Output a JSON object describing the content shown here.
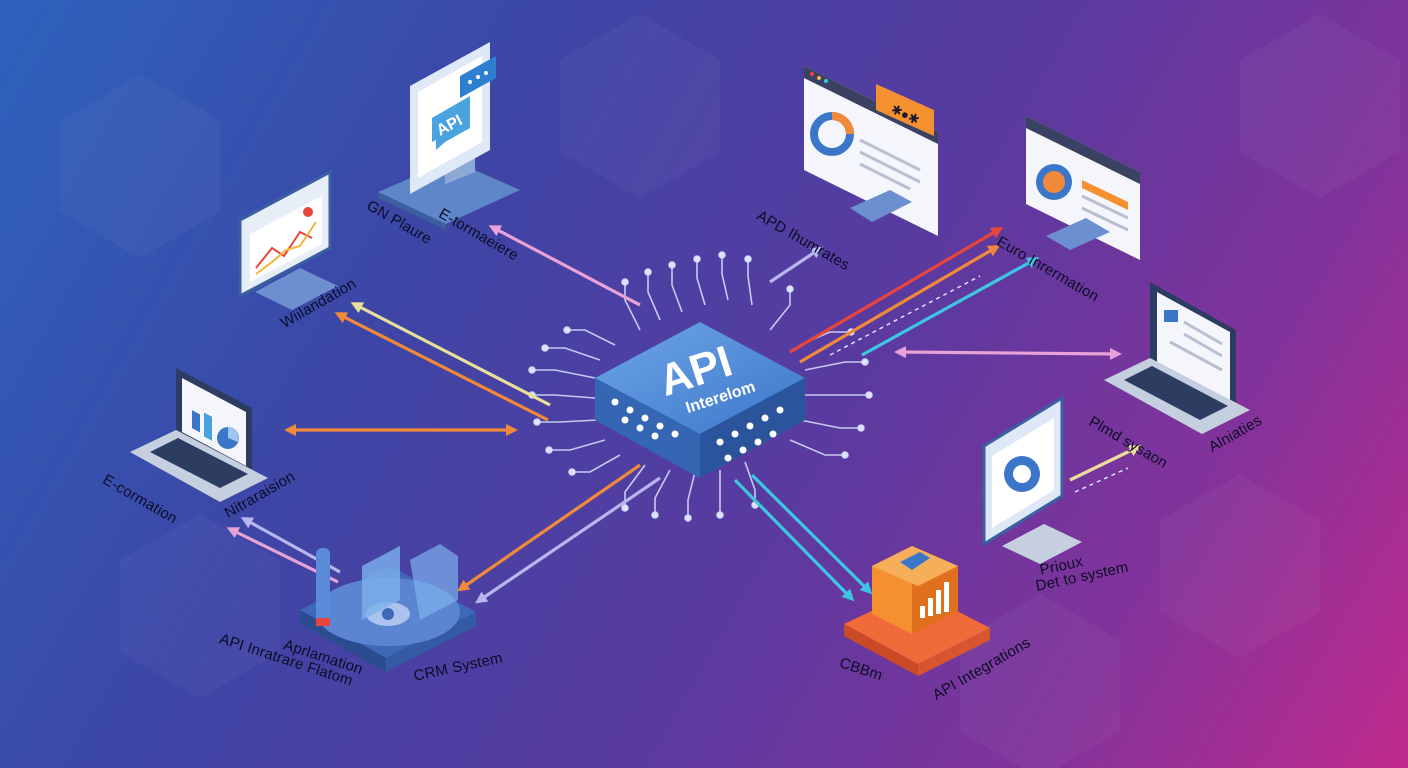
{
  "hub": {
    "title": "API",
    "subtitle": "Interelom"
  },
  "tiles": {
    "monitor_top": "API",
    "orange_tag": "✱●✱"
  },
  "labels": {
    "gn_plaure": "GN Plaure",
    "e_tormaeiere": "E-tormaeiere",
    "wiilandation": "Wiilandation",
    "apd_ihumrates": "APD Ihumrates",
    "euro_inrermation": "Euro Inrermation",
    "e_cormation": "E-cormation",
    "nitraraision": "Nitraraision",
    "plmd_sysaon": "Plmd sysaon",
    "alniaties": "Alniaties",
    "prioux": "Prioux",
    "det_to_system": "Det to system",
    "api_inratrare_flatom": "API Inratrare Flatom",
    "aprlamation": "Aprlamation",
    "crm_system": "CRM System",
    "cbbm": "CBBm",
    "api_integrations": "API Integrations"
  },
  "colors": {
    "hub": "#3b76c9",
    "arrow_orange": "#f08a3a",
    "arrow_red": "#e8453c",
    "arrow_cyan": "#3ec6e0",
    "arrow_pink": "#e8a2d8",
    "arrow_lavender": "#b7b6ee",
    "arrow_yellow": "#e9df9a",
    "box_orange": "#f4902f"
  }
}
